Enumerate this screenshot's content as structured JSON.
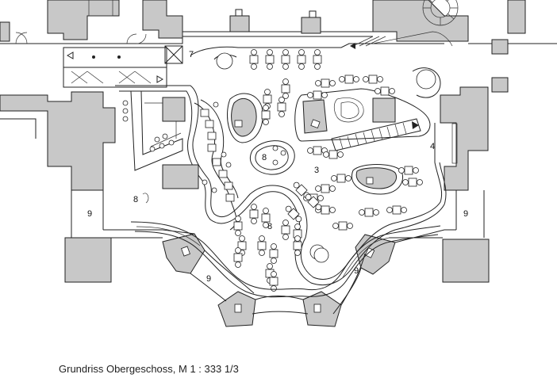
{
  "caption": "Grundriss Obergeschoss, M 1 : 333 1/3",
  "labels": {
    "l3": "3",
    "l4": "4",
    "l7": "7",
    "l8a": "8",
    "l8b": "8",
    "l8c": "8",
    "l9a": "9",
    "l9b": "9",
    "l9c": "9",
    "l9d": "9"
  },
  "colors": {
    "wall": "#c8c8c8",
    "line": "#222222",
    "background": "#ffffff"
  }
}
